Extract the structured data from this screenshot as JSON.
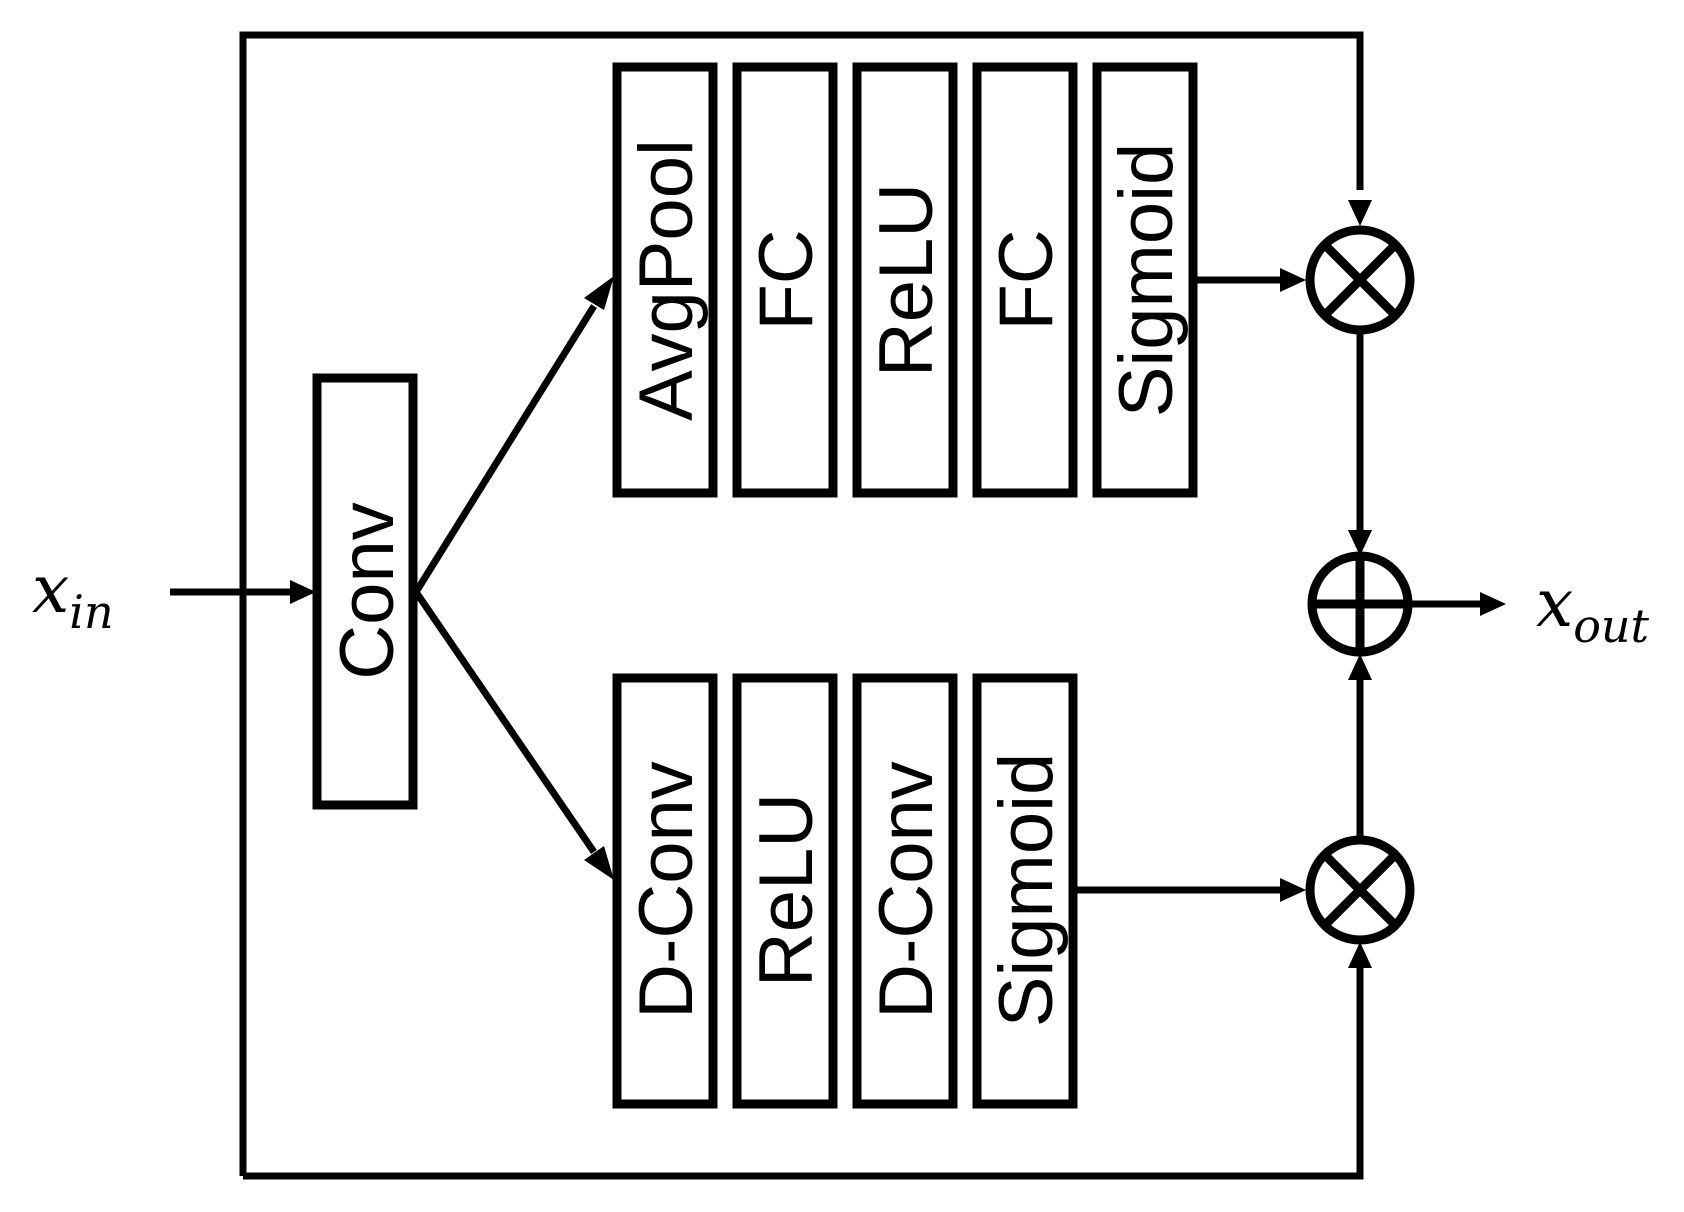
{
  "input_label": {
    "base": "x",
    "sub": "in"
  },
  "output_label": {
    "base": "x",
    "sub": "out"
  },
  "conv": {
    "label": "Conv"
  },
  "top_branch": {
    "blocks": [
      "AvgPool",
      "FC",
      "ReLU",
      "FC",
      "Sigmoid"
    ]
  },
  "bottom_branch": {
    "blocks": [
      "D-Conv",
      "ReLU",
      "D-Conv",
      "Sigmoid"
    ]
  },
  "operators": {
    "multiply": "⊗",
    "add": "⊕"
  }
}
